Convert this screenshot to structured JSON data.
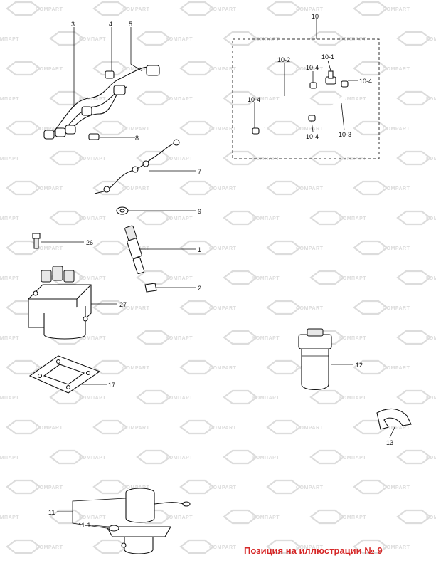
{
  "watermark": {
    "text_latin": "COMPART",
    "text_cyrillic": "КОМПАРТ",
    "color": "#dcdcdc"
  },
  "callouts": [
    {
      "id": "c3",
      "text": "3"
    },
    {
      "id": "c4",
      "text": "4"
    },
    {
      "id": "c5",
      "text": "5"
    },
    {
      "id": "c8",
      "text": "8"
    },
    {
      "id": "c7",
      "text": "7"
    },
    {
      "id": "c9",
      "text": "9"
    },
    {
      "id": "c26",
      "text": "26"
    },
    {
      "id": "c1",
      "text": "1"
    },
    {
      "id": "c2",
      "text": "2"
    },
    {
      "id": "c27",
      "text": "27"
    },
    {
      "id": "c17",
      "text": "17"
    },
    {
      "id": "c10",
      "text": "10"
    },
    {
      "id": "c10_2",
      "text": "10-2"
    },
    {
      "id": "c10_1",
      "text": "10-1"
    },
    {
      "id": "c10_4a",
      "text": "10-4"
    },
    {
      "id": "c10_4b",
      "text": "10-4"
    },
    {
      "id": "c10_4c",
      "text": "10-4"
    },
    {
      "id": "c10_4d",
      "text": "10-4"
    },
    {
      "id": "c10_3",
      "text": "10-3"
    },
    {
      "id": "c12",
      "text": "12"
    },
    {
      "id": "c13",
      "text": "13"
    },
    {
      "id": "c11",
      "text": "11"
    },
    {
      "id": "c11_1",
      "text": "11-1"
    }
  ],
  "caption": {
    "text": "Позиция на иллюстрации № 9",
    "color": "#d62828"
  }
}
